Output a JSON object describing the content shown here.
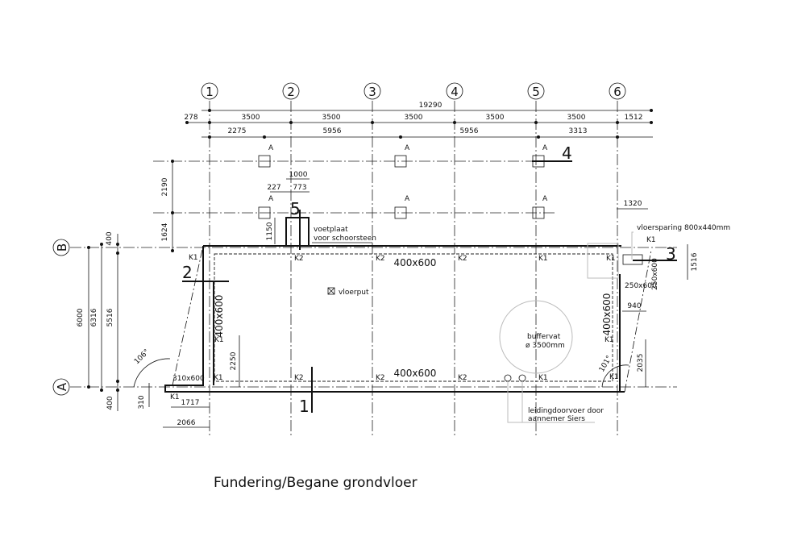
{
  "grid": {
    "columns": [
      "1",
      "2",
      "3",
      "4",
      "5",
      "6"
    ],
    "rows": [
      "B",
      "A"
    ]
  },
  "dimensions": {
    "total": "19290",
    "row1": [
      "278",
      "3500",
      "3500",
      "3500",
      "3500",
      "3500",
      "1512"
    ],
    "row2": [
      "2275",
      "5956",
      "5956",
      "3313"
    ],
    "left": [
      "400",
      "6000",
      "6316",
      "5516",
      "400"
    ],
    "misc": {
      "d2190": "2190",
      "d1624": "1624",
      "d1150": "1150",
      "d1000": "1000",
      "d227": "227",
      "d773": "773",
      "d1320": "1320",
      "d1516": "1516",
      "d940": "940",
      "d2035": "2035",
      "d2250": "2250",
      "d310": "310",
      "d1717": "1717",
      "d2066": "2066",
      "a106": "106°",
      "a101": "101°"
    }
  },
  "labels": {
    "footing_mark": "A",
    "voetplaat_1": "voetplaat",
    "voetplaat_2": "voor schoorsteen",
    "vloersparing": "vloersparing 800x440mm",
    "vloerput": "vloerput",
    "buffervat_1": "buffervat",
    "buffervat_2": "ø 3500mm",
    "leiding_1": "leidingdoorvoer door",
    "leiding_2": "aannemer Siers",
    "beam_400x600": "400x600",
    "beam_310x600": "310x600",
    "beam_250x600": "250x600",
    "K1": "K1",
    "K2": "K2"
  },
  "sections": [
    "1",
    "2",
    "3",
    "4",
    "5"
  ],
  "title": "Fundering/Begane grondvloer"
}
